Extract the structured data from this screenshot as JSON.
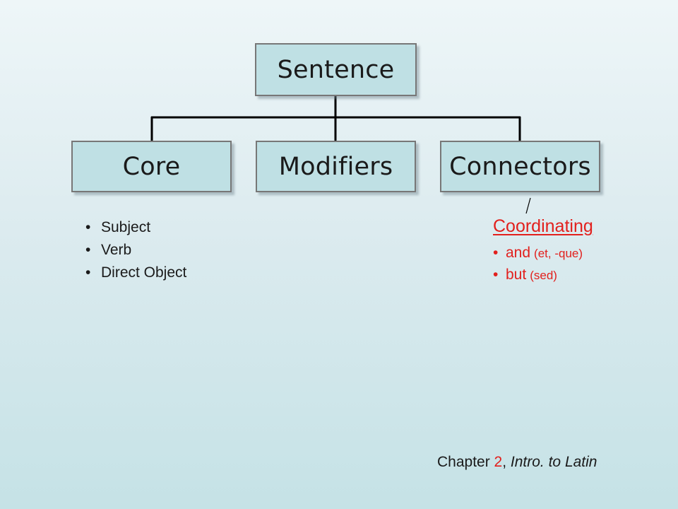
{
  "diagram": {
    "root": {
      "label": "Sentence"
    },
    "children": [
      {
        "label": "Core"
      },
      {
        "label": "Modifiers"
      },
      {
        "label": "Connectors"
      }
    ]
  },
  "core_items": [
    "Subject",
    "Verb",
    "Direct Object"
  ],
  "coordinating": {
    "title": "Coordinating",
    "items": [
      {
        "word": "and",
        "latin": "(et, -que)"
      },
      {
        "word": "but",
        "latin": "(sed)"
      }
    ]
  },
  "footer": {
    "prefix": "Chapter ",
    "chapter_number": "2",
    "separator": ", ",
    "course": "Intro. to Latin"
  },
  "colors": {
    "node_fill": "#bfe0e4",
    "node_border": "#777777",
    "accent_red": "#e2201d",
    "text": "#1a1a1a"
  }
}
